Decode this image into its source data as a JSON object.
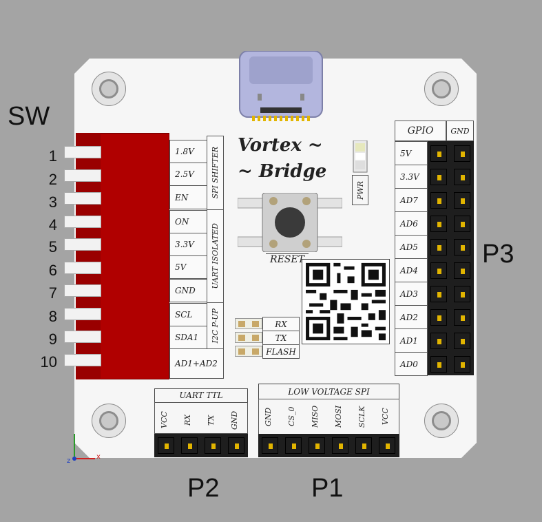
{
  "labels": {
    "sw": "SW",
    "p1": "P1",
    "p2": "P2",
    "p3": "P3"
  },
  "board": {
    "title_line1": "Vortex ~",
    "title_line2": "~ Bridge",
    "pwr": "PWR",
    "reset": "RESET",
    "qr_icon": "qr-code"
  },
  "switch": {
    "positions": [
      "1",
      "2",
      "3",
      "4",
      "5",
      "6",
      "7",
      "8",
      "9",
      "10"
    ],
    "settings": [
      "1.8V",
      "2.5V",
      "EN",
      "ON",
      "3.3V",
      "5V",
      "GND",
      "SCL",
      "SDA1",
      "AD1+AD2"
    ],
    "groups": [
      "SPI SHIFTER",
      "UART ISOLATED",
      "I2C P-UP"
    ]
  },
  "leds": [
    "RX",
    "TX",
    "FLASH"
  ],
  "p3": {
    "col1": "GPIO",
    "col2": "GND",
    "pins": [
      "5V",
      "3.3V",
      "AD7",
      "AD6",
      "AD5",
      "AD4",
      "AD3",
      "AD2",
      "AD1",
      "AD0"
    ]
  },
  "p2": {
    "title": "UART TTL",
    "pins": [
      "VCC",
      "RX",
      "TX",
      "GND"
    ]
  },
  "p1": {
    "title": "LOW VOLTAGE SPI",
    "pins": [
      "GND",
      "CS_0",
      "MISO",
      "MOSI",
      "SCLK",
      "VCC"
    ]
  },
  "axes": {
    "z": "z",
    "x": "x"
  },
  "colors": {
    "switch_body": "#b00000",
    "pin_gold": "#e2b500",
    "header_black": "#1e1e1e",
    "usb": "#b3b6de"
  }
}
